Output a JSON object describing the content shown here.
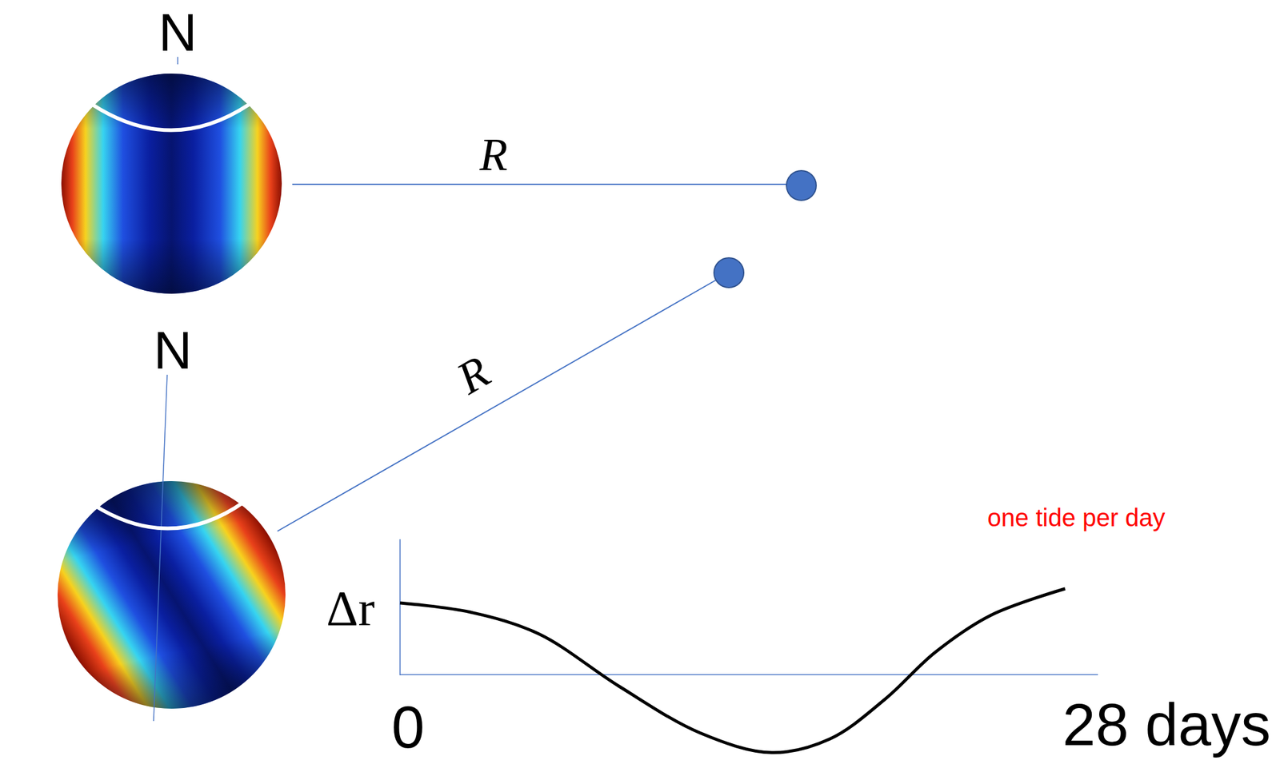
{
  "diagram": {
    "labels": [
      "N",
      "R",
      "N",
      "R",
      "Δr",
      "0",
      "28 days",
      "one tide per day"
    ]
  }
}
